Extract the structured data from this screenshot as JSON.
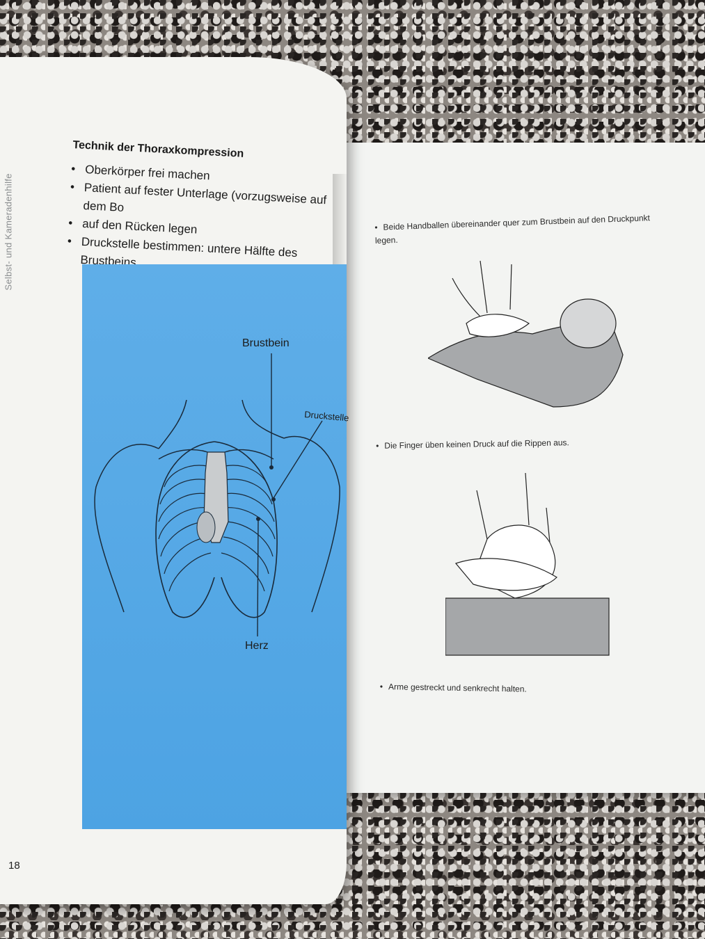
{
  "left_page": {
    "side_title": "Selbst- und Kameradenhilfe",
    "heading": "Technik der Thoraxkompression",
    "bullets": [
      "Oberkörper frei machen",
      "Patient auf fester Unterlage (vorzugsweise auf dem Bo",
      "auf den Rücken legen",
      "Druckstelle bestimmen: untere Hälfte des Brustbeins"
    ],
    "diagram_labels": {
      "brustbein": "Brustbein",
      "druckstelle": "Druckstelle",
      "herz": "Herz"
    },
    "page_number": "18"
  },
  "right_page": {
    "captions": [
      "Beide Handballen übereinander quer zum Brustbein auf den Druckpunkt legen.",
      "Die Finger üben keinen Druck auf die Rippen aus.",
      "Arme gestreckt und senkrecht halten."
    ]
  },
  "colors": {
    "diagram_blue": "#55a8e6",
    "page_white": "#f4f4f1",
    "pressure_point_gray": "#c9ccce"
  }
}
